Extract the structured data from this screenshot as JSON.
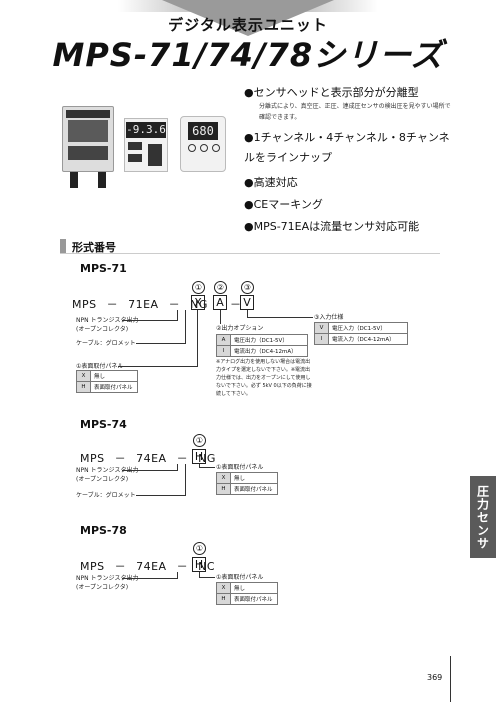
{
  "header": {
    "subtitle": "デジタル表示ユニット",
    "title": "MPS-71/74/78シリーズ"
  },
  "features": [
    {
      "text": "●センサヘッドと表示部分が分離型",
      "note": "分離式により、真空圧、正圧、連成圧センサの検出圧を見やすい場所で確認できます。"
    },
    {
      "text": "●1チャンネル・4チャンネル・8チャンネルをラインナップ"
    },
    {
      "text": "●高速対応"
    },
    {
      "text": "●CEマーキング"
    },
    {
      "text": "●MPS-71EAは流量センサ対応可能"
    }
  ],
  "product": {
    "display1": "-9.3.6",
    "display2": "680"
  },
  "section": {
    "title": "形式番号"
  },
  "side_tab": "圧力センサ",
  "mps71": {
    "title": "MPS-71",
    "code": {
      "a": "MPS",
      "dash1": "－",
      "b": "71EA",
      "dash2": "－",
      "c": "NG",
      "box1": "X",
      "box2": "A",
      "dash3": "－",
      "box3": "V"
    },
    "circles": [
      "①",
      "②",
      "③"
    ],
    "npn": "NPN トランジスタ出力\n(オープンコレクタ)",
    "cable": "ケーブル：グロメット",
    "panel_title": "①表面取付パネル",
    "panel_rows": [
      {
        "k": "X",
        "v": "無し"
      },
      {
        "k": "H",
        "v": "表面取付パネル"
      }
    ],
    "analog_title": "②出力オプション",
    "analog_rows": [
      {
        "k": "A",
        "v": "電圧出力（DC1-5V）"
      },
      {
        "k": "I",
        "v": "電流出力（DC4-12mA）"
      }
    ],
    "analog_note": "※アナログ出力を使用しない場合は電流出力タイプを選定しないで下さい。※電流出力仕様では、出力をオープンにして使用しないで下さい。必ず 5kV 0以下の負荷に接続して下さい。",
    "input_title": "③入力仕様",
    "input_rows": [
      {
        "k": "V",
        "v": "電圧入力（DC1-5V）"
      },
      {
        "k": "I",
        "v": "電流入力（DC4-12mA）"
      }
    ]
  },
  "mps74": {
    "title": "MPS-74",
    "code": {
      "a": "MPS",
      "dash1": "－",
      "b": "74EA",
      "dash2": "－",
      "c": "NG",
      "box1": "H"
    },
    "circle": "①",
    "npn": "NPN トランジスタ出力\n(オープンコレクタ)",
    "cable": "ケーブル：グロメット",
    "panel_title": "①表面取付パネル",
    "panel_rows": [
      {
        "k": "X",
        "v": "無し"
      },
      {
        "k": "H",
        "v": "表面取付パネル"
      }
    ]
  },
  "mps78": {
    "title": "MPS-78",
    "code": {
      "a": "MPS",
      "dash1": "－",
      "b": "74EA",
      "dash2": "－",
      "c": "NC",
      "box1": "H"
    },
    "circle": "①",
    "npn": "NPN トランジスタ出力\n(オープンコレクタ)",
    "panel_title": "①表面取付パネル",
    "panel_rows": [
      {
        "k": "X",
        "v": "無し"
      },
      {
        "k": "H",
        "v": "表面取付パネル"
      }
    ]
  },
  "page_number": "369"
}
